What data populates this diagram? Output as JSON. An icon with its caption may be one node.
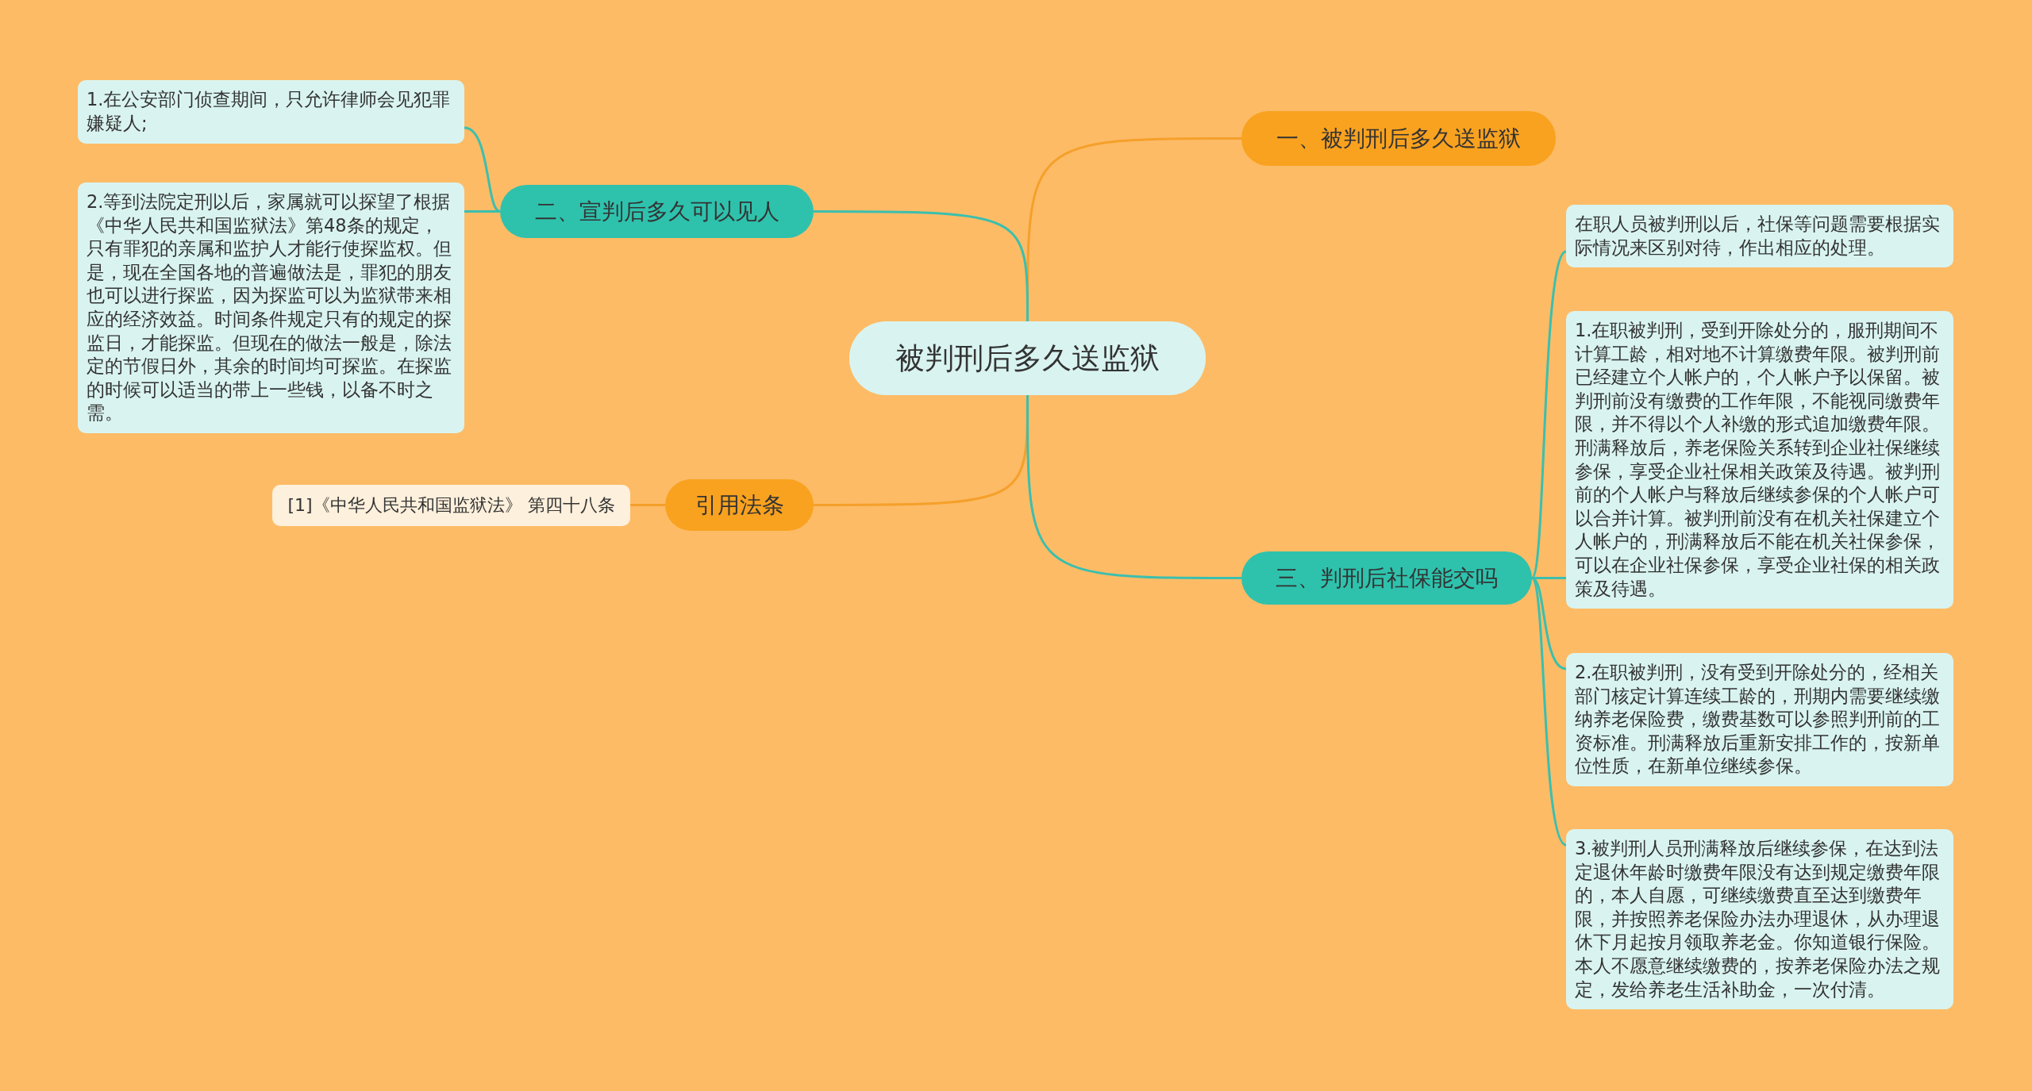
{
  "diagram": {
    "nodes": [
      {
        "text": [
          "被判刑后多久送监狱"
        ]
      },
      {
        "text": [
          "一、被判刑后多久送监狱"
        ]
      },
      {
        "text": [
          "二、宣判后多久可以见人"
        ]
      },
      {
        "text": [
          "1.在公安部门侦查期间，只允许律师会见犯罪嫌疑人;"
        ]
      },
      {
        "text": [
          "2.等到法院定刑以后，家属就可以探望了根据《中华人民共和国监狱法》第48条的规定，只有罪犯的亲属和监护人才能行使探监权。但是，现在全国各地的普遍做法是，罪犯的朋友也可以进行探监，因为探监可以为监狱带来相应的经济效益。时间条件规定只有的规定的探监日，才能探监。但现在的做法一般是，除法定的节假日外，其余的时间均可探监。在探监的时候可以适当的带上一些钱，以备不时之需。"
        ]
      },
      {
        "text": [
          "引用法条"
        ]
      },
      {
        "text": [
          "[1]《中华人民共和国监狱法》 第四十八条"
        ]
      },
      {
        "text": [
          "三、判刑后社保能交吗"
        ]
      },
      {
        "text": [
          "在职人员被判刑以后，社保等问题需要根据实际情况来区别对待，作出相应的处理。"
        ]
      },
      {
        "text": [
          "1.在职被判刑，受到开除处分的，服刑期间不计算工龄，相对地不计算缴费年限。被判刑前已经建立个人帐户的，个人帐户予以保留。被判刑前没有缴费的工作年限，不能视同缴费年限，并不得以个人补缴的形式追加缴费年限。刑满释放后，养老保险关系转到企业社保继续参保，享受企业社保相关政策及待遇。被判刑前的个人帐户与释放后继续参保的个人帐户可以合并计算。被判刑前没有在机关社保建立个人帐户的，刑满释放后不能在机关社保参保，可以在企业社保参保，享受企业社保的相关政策及待遇。"
        ]
      },
      {
        "text": [
          "2.在职被判刑，没有受到开除处分的，经相关部门核定计算连续工龄的，刑期内需要继续缴纳养老保险费，缴费基数可以参照判刑前的工资标准。刑满释放后重新安排工作的，按新单位性质，在新单位继续参保。"
        ]
      },
      {
        "text": [
          "3.被判刑人员刑满释放后继续参保，在达到法定退休年龄时缴费年限没有达到规定缴费年限的，本人自愿，可继续缴费直至达到缴费年限，并按照养老保险办法办理退休，从办理退休下月起按月领取养老金。你知道银行保险。本人不愿意继续缴费的，按养老保险办法之规定，发给养老生活补助金，一次付清。"
        ]
      }
    ],
    "edges": [
      {
        "from": 0,
        "to": 1,
        "arrow": "none",
        "color": "#f5a02a"
      },
      {
        "from": 0,
        "to": 2,
        "arrow": "none"
      },
      {
        "from": 2,
        "to": 3,
        "arrow": "none"
      },
      {
        "from": 2,
        "to": 4,
        "arrow": "none"
      },
      {
        "from": 0,
        "to": 5,
        "arrow": "none",
        "color": "#f5a02a"
      },
      {
        "from": 5,
        "to": 6,
        "arrow": "none",
        "color": "#f5a02a"
      },
      {
        "from": 0,
        "to": 7,
        "arrow": "none"
      },
      {
        "from": 7,
        "to": 8,
        "arrow": "none"
      },
      {
        "from": 7,
        "to": 9,
        "arrow": "none"
      },
      {
        "from": 7,
        "to": 10,
        "arrow": "none"
      },
      {
        "from": 7,
        "to": 11,
        "arrow": "none"
      }
    ]
  }
}
